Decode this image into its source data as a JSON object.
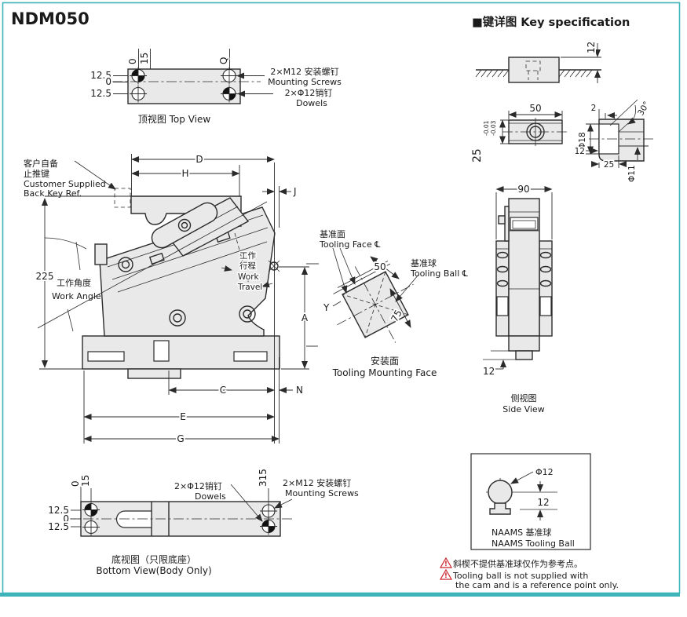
{
  "page": {
    "title": "NDM050",
    "key_spec_header": "■键详图 Key specification"
  },
  "colors": {
    "accent": "#3eb3ba",
    "part_fill": "#e9e9e9",
    "warning": "#cc2229",
    "line": "#2b2b2b"
  },
  "top_view": {
    "caption": "顶视图 Top View",
    "dim_0": "0",
    "dim_15": "15",
    "dim_q": "Q",
    "dim_125a": "12.5",
    "dim_0b": "0",
    "dim_125b": "12.5",
    "screws_zh": "2×M12 安装螺钉",
    "screws_en": "Mounting Screws",
    "dowels_zh": "2×Φ12销钉",
    "dowels_en": "Dowels"
  },
  "front_view": {
    "back_key_line1": "客户自备",
    "back_key_line2": "止推键",
    "back_key_line3": "Customer Supplied",
    "back_key_line4": "Back Key Ref.",
    "dim_d": "D",
    "dim_h": "H",
    "dim_j": "J",
    "dim_a": "A",
    "dim_c": "C",
    "dim_n": "N",
    "dim_e": "E",
    "dim_g": "G",
    "dim_225": "225",
    "work_angle_zh": "工作角度",
    "work_angle_en": "Work Angle",
    "travel_zh1": "工作",
    "travel_zh2": "行程",
    "travel_en1": "Work",
    "travel_en2": "Travel"
  },
  "mounting_face": {
    "face_zh": "基准面",
    "face_en": "Tooling Face ℄",
    "ball_zh": "基准球",
    "ball_en": "Tooling Ball ℄",
    "dim_50": "50",
    "dim_75": "75",
    "label_y": "Y",
    "caption_zh": "安装面",
    "caption_en": "Tooling Mounting Face"
  },
  "bottom_view": {
    "dim_0": "0",
    "dim_15": "15",
    "dim_315": "315",
    "dim_125a": "12.5",
    "dim_0b": "0",
    "dim_125b": "12.5",
    "dowels_zh": "2×Φ12销钉",
    "dowels_en": "Dowels",
    "screws_zh": "2×M12 安装螺钉",
    "screws_en": "Mounting Screws",
    "caption_zh": "底视图（只限底座）",
    "caption_en": "Bottom View(Body Only)"
  },
  "key_block": {
    "dim_12": "12"
  },
  "key_plate": {
    "dim_50": "50",
    "dim_25": "25",
    "tol_hi": "-0.01",
    "tol_lo": "-0.03"
  },
  "key_profile": {
    "dim_2": "2",
    "dim_30": "30°",
    "dim_d18": "Φ18",
    "dim_d11": "Φ11",
    "dim_12": "12",
    "dim_25": "25"
  },
  "side_view": {
    "dim_90": "90",
    "dim_12": "12",
    "caption_zh": "侧视图",
    "caption_en": "Side View"
  },
  "naams": {
    "dim_d12": "Φ12",
    "dim_12": "12",
    "caption_zh": "NAAMS 基准球",
    "caption_en": "NAAMS Tooling Ball"
  },
  "footnotes": {
    "warning_mark": "!",
    "zh": "斜楔不提供基准球仅作为参考点。",
    "en1": "Tooling ball is not supplied with",
    "en2": "the cam and is a reference point only."
  }
}
